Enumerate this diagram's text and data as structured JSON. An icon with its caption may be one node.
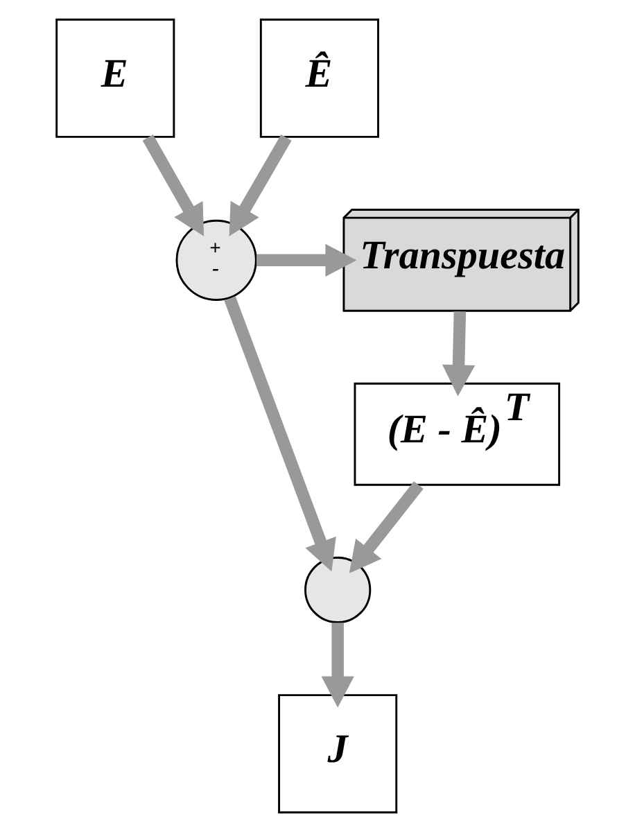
{
  "diagram": {
    "nodes": [
      {
        "text": [
          "E"
        ]
      },
      {
        "text": [
          "Ê"
        ]
      },
      {
        "text": [
          "+",
          "-"
        ]
      },
      {
        "text": [
          "Transpuesta"
        ]
      },
      {
        "text": [
          "(E - Ê)$^{T}$"
        ]
      },
      {
        "text": [],
        "shape": "circle"
      },
      {
        "text": [
          "J"
        ]
      }
    ],
    "edges": [
      {
        "from": 0,
        "to": 2,
        "arrow": "to"
      },
      {
        "from": 1,
        "to": 2,
        "arrow": "to"
      },
      {
        "from": 2,
        "to": 3,
        "arrow": "to"
      },
      {
        "from": 3,
        "to": 4,
        "arrow": "to"
      },
      {
        "from": 4,
        "to": 5,
        "arrow": "to"
      },
      {
        "from": 2,
        "to": 5,
        "arrow": "to"
      },
      {
        "from": 5,
        "to": 6,
        "arrow": "to"
      }
    ]
  }
}
